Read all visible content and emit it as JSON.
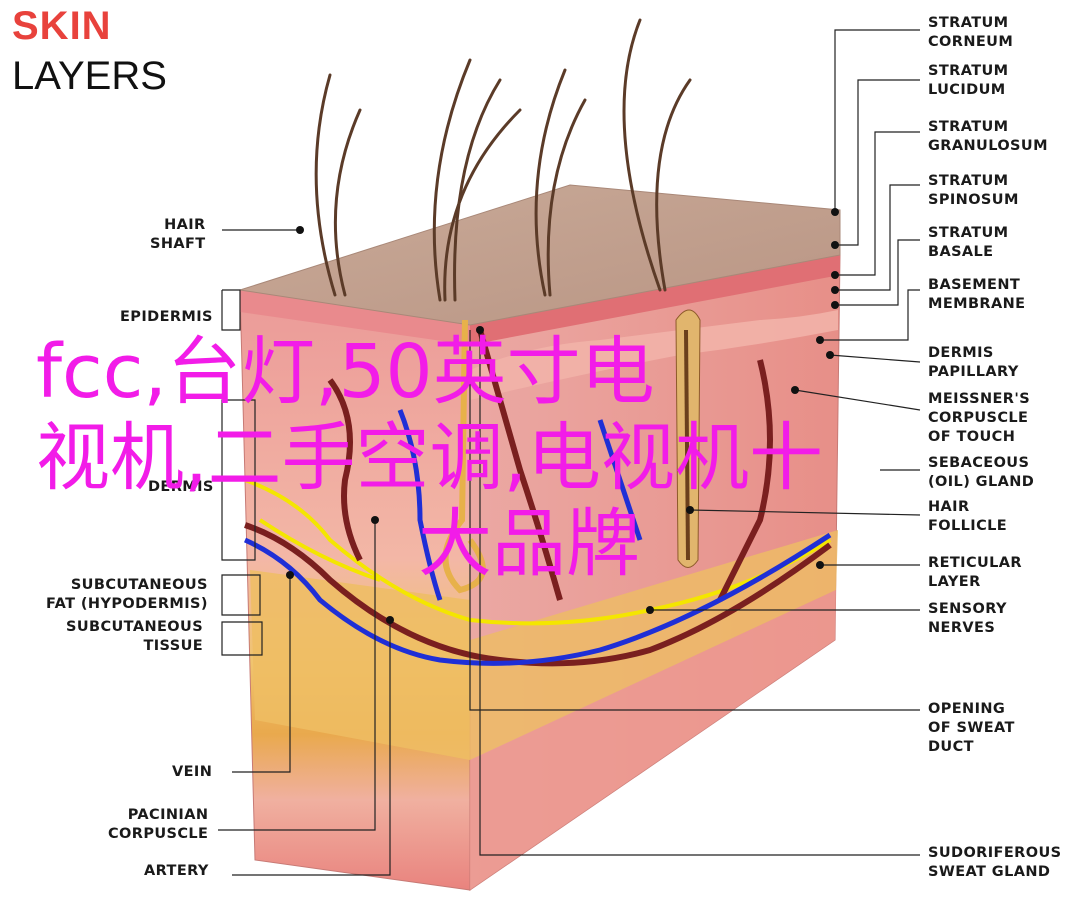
{
  "title": {
    "line1": "SKIN",
    "line2": "LAYERS"
  },
  "labels_left": [
    {
      "key": "hair-shaft",
      "text": "HAIR\nSHAFT"
    },
    {
      "key": "epidermis",
      "text": "EPIDERMIS"
    },
    {
      "key": "dermis",
      "text": "DERMIS"
    },
    {
      "key": "subcutaneous-fat",
      "text": "SUBCUTANEOUS\nFAT (HYPODERMIS)"
    },
    {
      "key": "subcutaneous-tissue",
      "text": "SUBCUTANEOUS\nTISSUE"
    },
    {
      "key": "vein",
      "text": "VEIN"
    },
    {
      "key": "pacinian-corpuscle",
      "text": "PACINIAN\nCORPUSCLE"
    },
    {
      "key": "artery",
      "text": "ARTERY"
    }
  ],
  "labels_right": [
    {
      "key": "stratum-corneum",
      "text": "STRATUM\nCORNEUM"
    },
    {
      "key": "stratum-lucidum",
      "text": "STRATUM\nLUCIDUM"
    },
    {
      "key": "stratum-granulosum",
      "text": "STRATUM\nGRANULOSUM"
    },
    {
      "key": "stratum-spinosum",
      "text": "STRATUM\nSPINOSUM"
    },
    {
      "key": "stratum-basale",
      "text": "STRATUM\nBASALE"
    },
    {
      "key": "basement-membrane",
      "text": "BASEMENT\nMEMBRANE"
    },
    {
      "key": "dermis-papillary",
      "text": "DERMIS\nPAPILLARY"
    },
    {
      "key": "meissner-corpuscle",
      "text": "MEISSNER'S\nCORPUSCLE\nOF TOUCH"
    },
    {
      "key": "sebaceous-gland",
      "text": "SEBACEOUS\n(OIL) GLAND"
    },
    {
      "key": "hair-follicle",
      "text": "HAIR\nFOLLICLE"
    },
    {
      "key": "reticular-layer",
      "text": "RETICULAR\nLAYER"
    },
    {
      "key": "sensory-nerves",
      "text": "SENSORY\nNERVES"
    },
    {
      "key": "opening-sweat-duct",
      "text": "OPENING\nOF SWEAT\nDUCT"
    },
    {
      "key": "sudoriferous-gland",
      "text": "SUDORIFEROUS\nSWEAT GLAND"
    }
  ],
  "overlay_text": {
    "line1": "fcc,台灯,50英寸电",
    "line2": "视机,二手空调,电视机十",
    "line3": "大品牌"
  },
  "colors": {
    "title_accent": "#e8423c",
    "overlay": "#f21ce8",
    "vein": "#1f2fd6",
    "artery": "#7a1f1f",
    "nerve": "#f4e600",
    "fat": "#e8b255",
    "dermis": "#f1a5a0"
  }
}
